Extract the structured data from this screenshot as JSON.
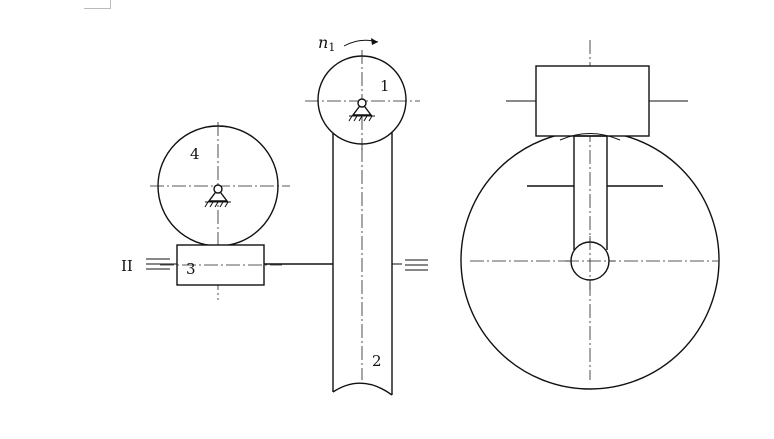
{
  "labels": {
    "speed": "n",
    "speed_sub": "1",
    "gear1": "1",
    "worm2": "2",
    "worm3": "3",
    "gear4": "4",
    "shaft2": "II"
  },
  "colors": {
    "ink": "#111111",
    "paper": "#ffffff",
    "mark": "#cc2222"
  }
}
